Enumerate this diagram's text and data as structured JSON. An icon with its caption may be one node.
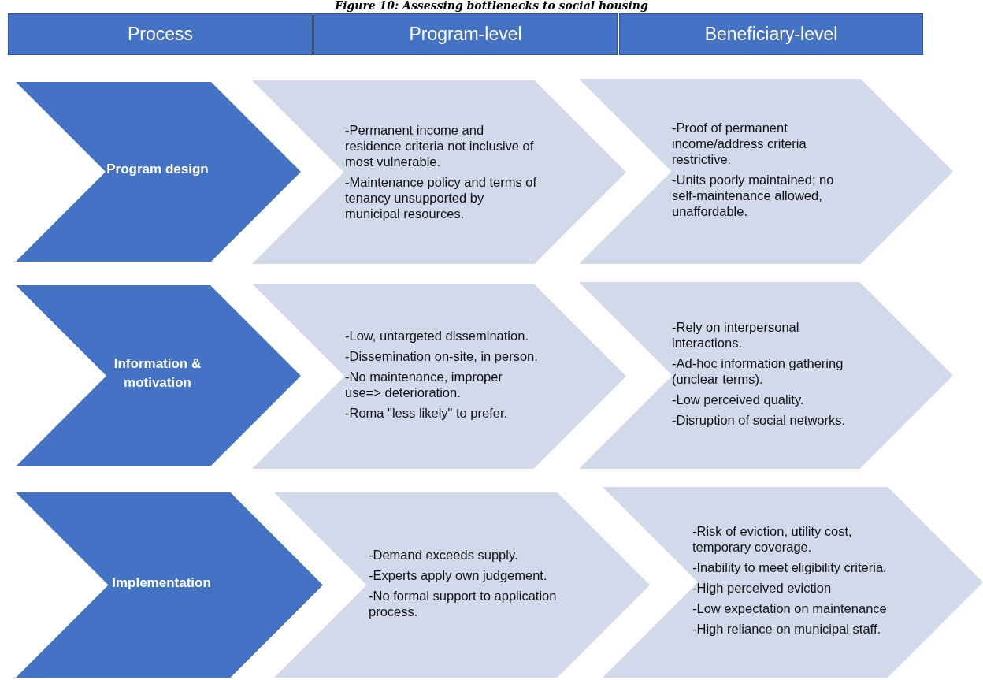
{
  "diagram": {
    "title": "Figure 10: Assessing bottlenecks to social housing",
    "nodes": [
      {
        "text": [
          "Process"
        ]
      },
      {
        "text": [
          "Program-level"
        ]
      },
      {
        "text": [
          "Beneficiary-level"
        ]
      },
      {
        "text": [
          "Program design"
        ]
      },
      {
        "text": [
          "-Permanent income and residence criteria not inclusive of most vulnerable.",
          "-Maintenance policy and terms of tenancy unsupported by municipal resources."
        ]
      },
      {
        "text": [
          "-Proof of permanent income/address criteria restrictive.",
          "-Units poorly maintained; no self-maintenance allowed, unaffordable."
        ]
      },
      {
        "text": [
          "Information & motivation"
        ]
      },
      {
        "text": [
          "-Low, untargeted dissemination.",
          "-Dissemination on-site, in person.",
          "-No maintenance, improper use=> deterioration.",
          "-Roma \"less likely\" to prefer."
        ]
      },
      {
        "text": [
          "-Rely on interpersonal interactions.",
          "-Ad-hoc information gathering (unclear terms).",
          "-Low perceived quality.",
          "-Disruption of social networks."
        ]
      },
      {
        "text": [
          "Implementation"
        ]
      },
      {
        "text": [
          "-Demand exceeds supply.",
          "-Experts apply own judgement.",
          "-No formal support to application process."
        ]
      },
      {
        "text": [
          "-Risk of eviction, utility cost, temporary coverage.",
          "-Inability to meet eligibility criteria.",
          "-High perceived eviction",
          "-Low expectation on maintenance",
          "-High reliance on  municipal staff."
        ]
      }
    ],
    "edges": []
  }
}
